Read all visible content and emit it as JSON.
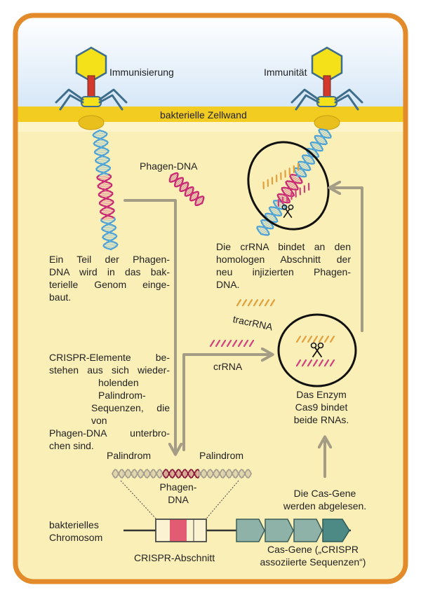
{
  "colors": {
    "frame_border": "#e38a2a",
    "cell_interior": "#fbefb8",
    "outside_sky": "#d6e7f7",
    "cell_wall": "#f3cc22",
    "arrow": "#a59c86",
    "dna_pink": "#c92a73",
    "dna_blue": "#4fa3d6",
    "crna_pink": "#d1407f",
    "tracr_orange": "#e2a03c",
    "cas_gene": "#8fb2a8",
    "cas_gene_last": "#4d8a86",
    "crispr_spacer": "#e35b73",
    "phage_head": "#f4e11a",
    "phage_tail": "#d2382c",
    "phage_legs": "#3f6e8c"
  },
  "labels": {
    "immunisierung": "Immunisierung",
    "immunitaet": "Immunität",
    "zellwand": "bakterielle Zellwand",
    "phagen_dna": "Phagen-DNA",
    "tracrrna": "tracrRNA",
    "crrna": "crRNA",
    "palindrom_left": "Palindrom",
    "palindrom_right": "Palindrom",
    "phagen_dna_insert": [
      "Phagen-",
      "DNA"
    ],
    "chromosom": [
      "bakterielles",
      "Chromosom"
    ],
    "crispr_abschnitt": "CRISPR-Abschnitt",
    "cas_gene": [
      "Cas-Gene („CRISPR",
      "assoziierte Sequenzen“)"
    ]
  },
  "texts": {
    "einbau": [
      "Ein Teil der Phagen-",
      "DNA wird in das bak-",
      "terielle Genom einge-",
      "baut."
    ],
    "crispr_elemente": [
      "CRISPR-Elemente be-",
      "stehen aus sich wieder-",
      "holenden Palindrom-",
      "Sequenzen, die von",
      "Phagen-DNA unterbro-",
      "chen sind."
    ],
    "crrna_bindet": [
      "Die crRNA bindet an den",
      "homologen Abschnitt der",
      "neu injizierten Phagen-",
      "DNA."
    ],
    "enzym": [
      "Das Enzym",
      "Cas9 bindet",
      "beide RNAs."
    ],
    "abgelesen": [
      "Die Cas-Gene",
      "werden abgelesen."
    ]
  },
  "icons": [
    "phage-icon",
    "scissors-icon",
    "dna-helix-icon",
    "arrow-icon"
  ]
}
